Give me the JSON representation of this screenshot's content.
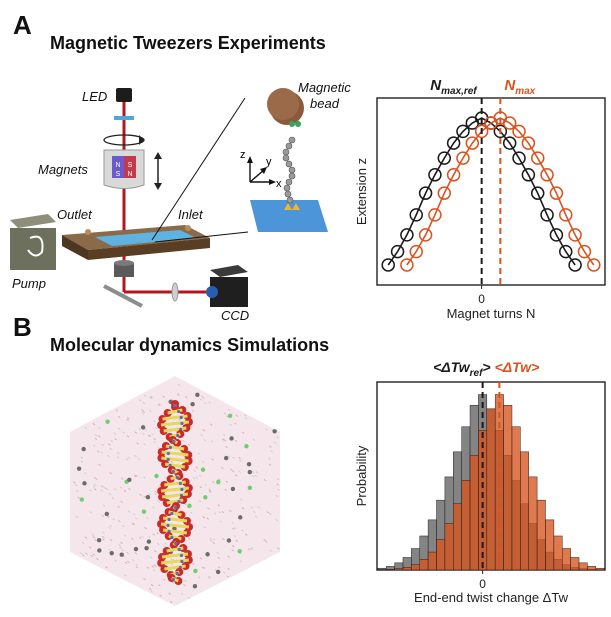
{
  "panel_a": {
    "letter": "A",
    "title": "Magnetic Tweezers Experiments",
    "labels": {
      "led": "LED",
      "magnets": "Magnets",
      "outlet": "Outlet",
      "inlet": "Inlet",
      "pump": "Pump",
      "ccd": "CCD",
      "bead_line1": "Magnetic",
      "bead_line2": "bead",
      "axis_x": "x",
      "axis_y": "y",
      "axis_z": "z",
      "magnet_n": "N",
      "magnet_s": "S"
    }
  },
  "panel_b": {
    "letter": "B",
    "title": "Molecular dynamics Simulations"
  },
  "colors": {
    "reference": "#1a1a1a",
    "shifted": "#d9531e",
    "laser": "#b3161c",
    "flowcell": "#5a3e24",
    "channel": "#5fb3e0",
    "bead": "#8a5a3c",
    "hist_ref": "#6f6f6f",
    "hist_shift": "#d9531e"
  },
  "chart_data": [
    {
      "type": "scatter",
      "title": "",
      "xlabel": "Magnet turns N",
      "ylabel": "Extension z",
      "x_tick_labels": [
        "0"
      ],
      "reference_lines": [
        {
          "label_main": "N",
          "label_sub": "max,ref",
          "x": 0,
          "color": "#1a1a1a"
        },
        {
          "label_main": "N",
          "label_sub": "max",
          "x": 1,
          "color": "#d9531e"
        }
      ],
      "series": [
        {
          "color": "#1a1a1a",
          "x": [
            -5,
            -4.5,
            -4,
            -3.5,
            -3,
            -2.5,
            -2,
            -1.5,
            -1,
            -0.5,
            0,
            0.5,
            1,
            1.5,
            2,
            2.5,
            3,
            3.5,
            4,
            4.5,
            5
          ],
          "y": [
            0.12,
            0.2,
            0.3,
            0.42,
            0.55,
            0.66,
            0.76,
            0.85,
            0.92,
            0.97,
            1.0,
            0.97,
            0.92,
            0.85,
            0.76,
            0.66,
            0.55,
            0.42,
            0.3,
            0.2,
            0.12
          ]
        },
        {
          "color": "#d9531e",
          "x": [
            -4,
            -3.5,
            -3,
            -2.5,
            -2,
            -1.5,
            -1,
            -0.5,
            0,
            0.5,
            1,
            1.5,
            2,
            2.5,
            3,
            3.5,
            4,
            4.5,
            5,
            5.5,
            6
          ],
          "y": [
            0.12,
            0.2,
            0.3,
            0.42,
            0.55,
            0.66,
            0.76,
            0.85,
            0.92,
            0.97,
            1.0,
            0.97,
            0.92,
            0.85,
            0.76,
            0.66,
            0.55,
            0.42,
            0.3,
            0.2,
            0.12
          ]
        }
      ]
    },
    {
      "type": "bar",
      "title": "",
      "xlabel": "End-end twist change ΔTw",
      "ylabel": "Probability",
      "x_tick_labels": [
        "0"
      ],
      "reference_lines": [
        {
          "label": "<ΔTw",
          "label_sub": "ref",
          "label_end": ">",
          "x": 0,
          "color": "#1a1a1a"
        },
        {
          "label": "<ΔTw>",
          "x": 1,
          "color": "#d9531e"
        }
      ],
      "bin_centers": [
        -6,
        -5.5,
        -5,
        -4.5,
        -4,
        -3.5,
        -3,
        -2.5,
        -2,
        -1.5,
        -1,
        -0.5,
        0,
        0.5,
        1,
        1.5,
        2,
        2.5,
        3,
        3.5,
        4,
        4.5,
        5,
        5.5,
        6,
        6.5,
        7
      ],
      "series": [
        {
          "color": "#6f6f6f",
          "values": [
            0.01,
            0.02,
            0.04,
            0.07,
            0.12,
            0.19,
            0.28,
            0.39,
            0.52,
            0.66,
            0.8,
            0.92,
            0.98,
            0.9,
            0.78,
            0.64,
            0.5,
            0.37,
            0.26,
            0.17,
            0.1,
            0.06,
            0.03,
            0.015,
            0.008,
            0.004,
            0.002
          ]
        },
        {
          "color": "#d9531e",
          "values": [
            0.002,
            0.004,
            0.008,
            0.015,
            0.03,
            0.06,
            0.1,
            0.17,
            0.26,
            0.37,
            0.5,
            0.64,
            0.78,
            0.9,
            0.98,
            0.92,
            0.8,
            0.66,
            0.52,
            0.39,
            0.28,
            0.19,
            0.12,
            0.07,
            0.04,
            0.02,
            0.01
          ]
        }
      ]
    }
  ]
}
